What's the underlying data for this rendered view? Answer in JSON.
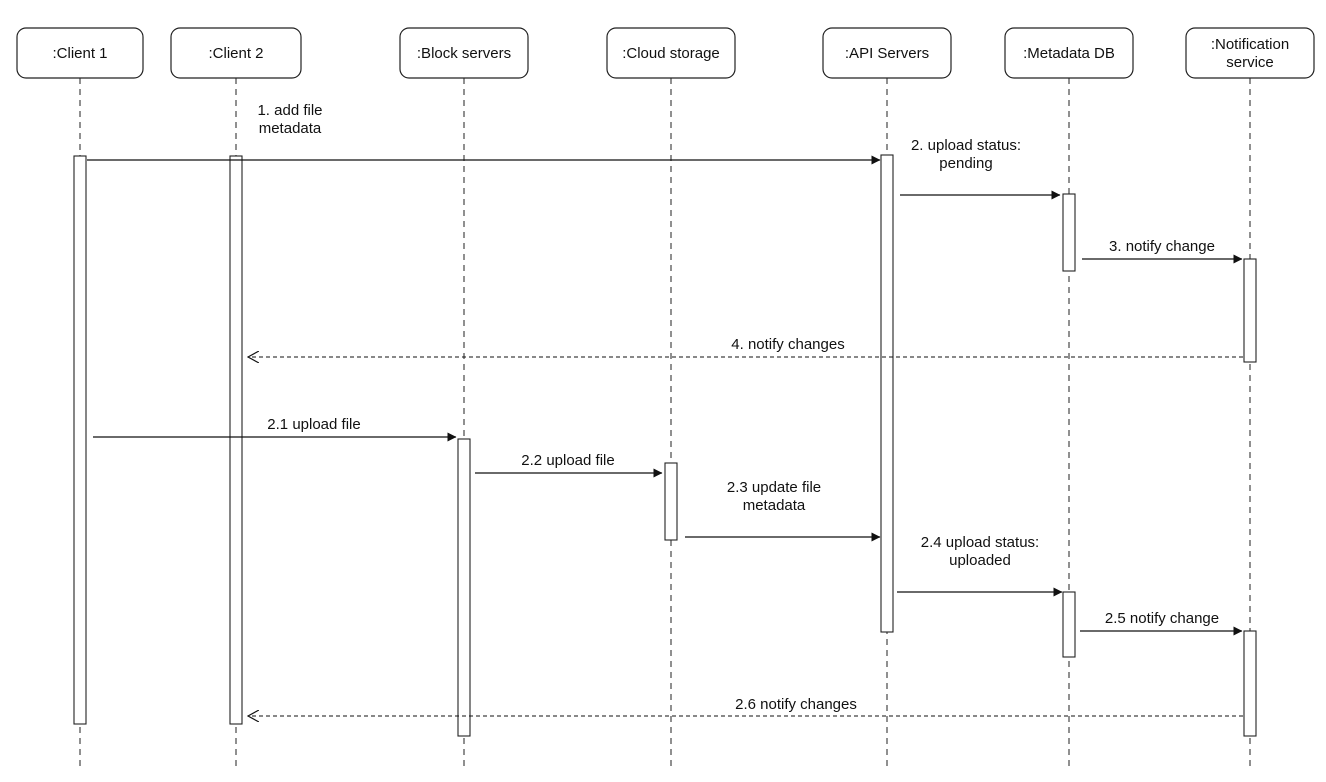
{
  "participants": [
    {
      "id": "client1",
      "label": ":Client 1"
    },
    {
      "id": "client2",
      "label": ":Client 2"
    },
    {
      "id": "block",
      "label": ":Block servers"
    },
    {
      "id": "cloud",
      "label": ":Cloud storage"
    },
    {
      "id": "api",
      "label": ":API Servers"
    },
    {
      "id": "metadb",
      "label": ":Metadata DB"
    },
    {
      "id": "notif",
      "label": ":Notification\nservice"
    }
  ],
  "messages": [
    {
      "id": "m1",
      "label": "1. add file\nmetadata",
      "from": "client1",
      "to": "api",
      "kind": "sync"
    },
    {
      "id": "m2",
      "label": "2. upload status:\npending",
      "from": "api",
      "to": "metadb",
      "kind": "sync"
    },
    {
      "id": "m3",
      "label": "3. notify change",
      "from": "metadb",
      "to": "notif",
      "kind": "sync"
    },
    {
      "id": "m4",
      "label": "4. notify changes",
      "from": "notif",
      "to": "client2",
      "kind": "reply"
    },
    {
      "id": "m21",
      "label": "2.1 upload file",
      "from": "client1",
      "to": "block",
      "kind": "sync"
    },
    {
      "id": "m22",
      "label": "2.2 upload file",
      "from": "block",
      "to": "cloud",
      "kind": "sync"
    },
    {
      "id": "m23",
      "label": "2.3 update file\nmetadata",
      "from": "cloud",
      "to": "api",
      "kind": "sync"
    },
    {
      "id": "m24",
      "label": "2.4 upload status:\nuploaded",
      "from": "api",
      "to": "metadb",
      "kind": "sync"
    },
    {
      "id": "m25",
      "label": "2.5 notify change",
      "from": "metadb",
      "to": "notif",
      "kind": "sync"
    },
    {
      "id": "m26",
      "label": "2.6 notify changes",
      "from": "notif",
      "to": "client2",
      "kind": "reply"
    }
  ]
}
